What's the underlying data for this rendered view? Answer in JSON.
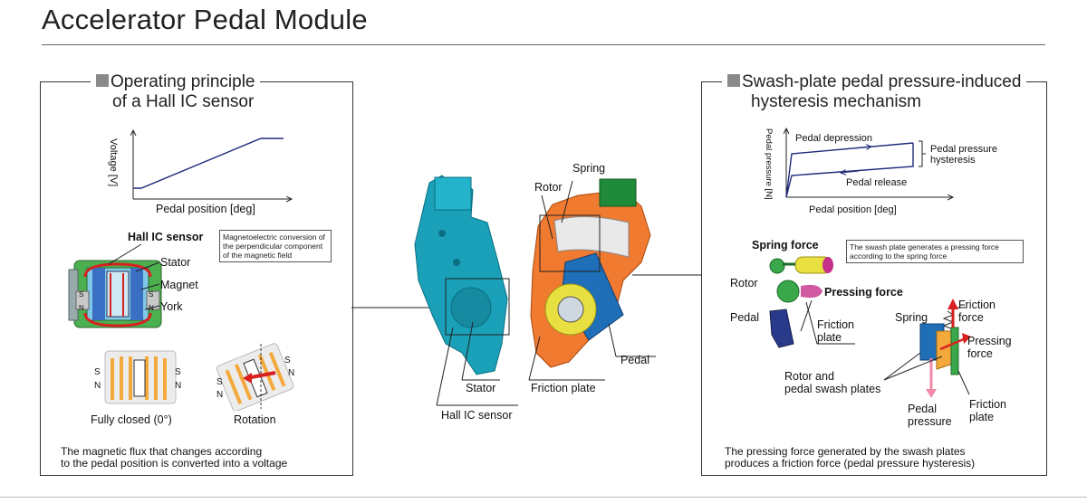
{
  "page": {
    "title": "Accelerator Pedal Module"
  },
  "left_panel": {
    "heading_line1": "Operating principle",
    "heading_line2": "of a Hall IC sensor",
    "graph": {
      "ylabel": "Voltage [V]",
      "xlabel": "Pedal position [deg]"
    },
    "labels": {
      "hall_ic_sensor": "Hall IC sensor",
      "stator": "Stator",
      "magnet": "Magnet",
      "york": "York",
      "s": "S",
      "n": "N"
    },
    "note": "Magnetoelectric conversion of the perpendicular component of the magnetic field",
    "fully_closed": "Fully closed (0°)",
    "rotation": "Rotation",
    "caption_line1": "The magnetic flux that changes according",
    "caption_line2": "to the pedal position is converted into a voltage"
  },
  "center": {
    "spring": "Spring",
    "rotor": "Rotor",
    "pedal": "Pedal",
    "stator": "Stator",
    "friction_plate": "Friction plate",
    "hall_ic_sensor": "Hall IC sensor"
  },
  "right_panel": {
    "heading_line1": "Swash-plate pedal pressure-induced",
    "heading_line2": "hysteresis mechanism",
    "graph": {
      "ylabel": "Pedal pressure [N]",
      "xlabel": "Pedal position [deg]",
      "depression": "Pedal depression",
      "release": "Pedal release",
      "hysteresis_line1": "Pedal pressure",
      "hysteresis_line2": "hysteresis"
    },
    "labels": {
      "spring_force": "Spring force",
      "rotor": "Rotor",
      "pressing_force": "Pressing force",
      "pedal": "Pedal",
      "friction_plate_line1": "Friction",
      "friction_plate_line2": "plate",
      "spring": "Spring",
      "friction_force_line1": "Friction",
      "friction_force_line2": "force",
      "pressing_force2_line1": "Pressing",
      "pressing_force2_line2": "force",
      "swash_plates_line1": "Rotor and",
      "swash_plates_line2": "pedal swash plates",
      "pedal_pressure_line1": "Pedal",
      "pedal_pressure_line2": "pressure",
      "friction_plate2_line1": "Friction",
      "friction_plate2_line2": "plate"
    },
    "note": "The swash plate generates a pressing force according to the spring force",
    "caption_line1": "The pressing force generated by the swash plates",
    "caption_line2": "produces a friction force (pedal pressure hysteresis)"
  },
  "colors": {
    "title_rule": "#666666",
    "curve": "#1f2a7a",
    "stator_green": "#3aa84a",
    "magnet_blue": "#3b6fc4",
    "flux_red": "#d82020",
    "module_teal": "#1aa0b8",
    "housing_orange": "#f07a30",
    "pedal_blue": "#1f6fb8",
    "spring_yellow": "#e8e040",
    "plate_green": "#1f8a3a"
  },
  "icons": [
    "pedal-module-illustration",
    "hall-sensor-illustration",
    "swash-plate-illustration"
  ]
}
